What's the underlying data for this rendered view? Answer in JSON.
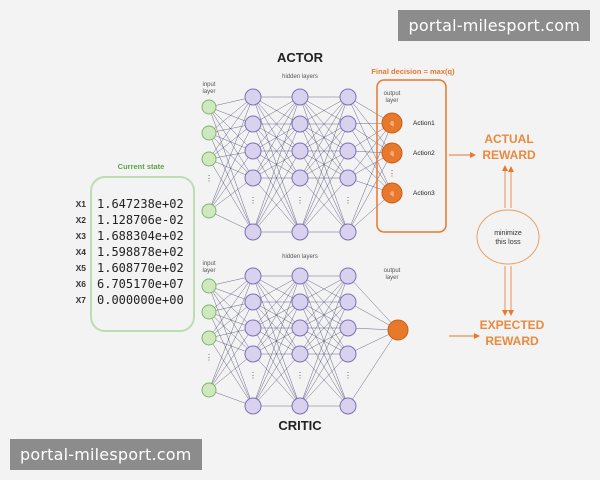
{
  "watermark": {
    "text": "portal-milesport.com"
  },
  "actor": {
    "title": "ACTOR",
    "input_label": [
      "input",
      "layer"
    ],
    "hidden_label": "hidden layers",
    "output_label": [
      "output",
      "layer"
    ],
    "final_decision": "Final decision = max(q)",
    "actions": [
      "Action1",
      "Action2",
      "Action3"
    ],
    "q_label": "q"
  },
  "critic": {
    "title": "CRITIC",
    "input_label": [
      "input",
      "layer"
    ],
    "hidden_label": "hidden layers",
    "output_label": [
      "output",
      "layer"
    ]
  },
  "state": {
    "title": "Current state",
    "rows": [
      {
        "key": "X1",
        "value": "1.647238e+02"
      },
      {
        "key": "X2",
        "value": "1.128706e-02"
      },
      {
        "key": "X3",
        "value": "1.688304e+02"
      },
      {
        "key": "X4",
        "value": "1.598878e+02"
      },
      {
        "key": "X5",
        "value": "1.608770e+02"
      },
      {
        "key": "X6",
        "value": "6.705170e+07"
      },
      {
        "key": "X7",
        "value": "0.000000e+00"
      }
    ]
  },
  "rewards": {
    "actual": [
      "ACTUAL",
      "REWARD"
    ],
    "expected": [
      "EXPECTED",
      "REWARD"
    ],
    "minimize": [
      "minimize",
      "this loss"
    ]
  },
  "colors": {
    "orange": "#e8782c",
    "green_fill": "#cfe8bf",
    "green_stroke": "#79b86a",
    "purple_fill": "#d9d2ee",
    "purple_stroke": "#7c70b8",
    "edge": "#3a3a66",
    "reward_text": "#ea8a3d"
  }
}
